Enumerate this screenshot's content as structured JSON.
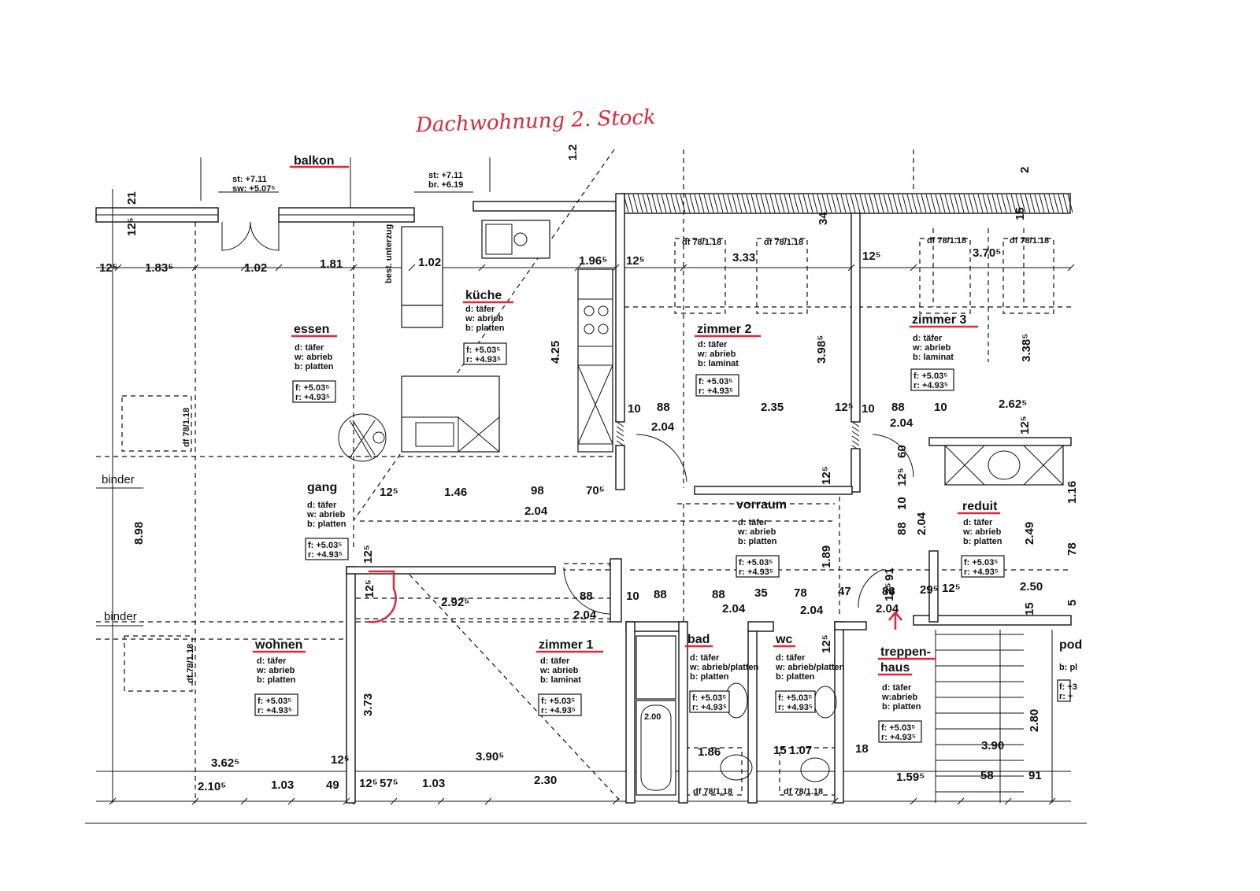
{
  "title": "Dachwohnung 2. Stock",
  "balkon": {
    "label": "balkon",
    "door1": {
      "st": "st: +7.11",
      "sw": "sw: +5.07⁵"
    },
    "door2": {
      "st": "st: +7.11",
      "br": "br. +6.19"
    }
  },
  "rooms": {
    "kueche": {
      "name": "küche",
      "d": "d: täfer",
      "w": "w: abrieb",
      "b": "b: platten",
      "f": "f: +5.03⁵",
      "r": "r: +4.93⁵"
    },
    "essen": {
      "name": "essen",
      "d": "d: täfer",
      "w": "w: abrieb",
      "b": "b: platten",
      "f": "f: +5.03⁵",
      "r": "r: +4.93⁵"
    },
    "zimmer2": {
      "name": "zimmer 2",
      "d": "d: täfer",
      "w": "w: abrieb",
      "b": "b: laminat",
      "f": "f: +5.03⁵",
      "r": "r: +4.93⁵"
    },
    "zimmer3": {
      "name": "zimmer 3",
      "d": "d: täfer",
      "w": "w: abrieb",
      "b": "b: laminat",
      "f": "f: +5.03⁵",
      "r": "r: +4.93⁵"
    },
    "gang": {
      "name": "gang",
      "d": "d: täfer",
      "w": "w: abrieb",
      "b": "b: platten",
      "f": "f: +5.03⁵",
      "r": "r: +4.93⁵"
    },
    "vorraum": {
      "name": "vorraum",
      "d": "d: täfer",
      "w": "w: abrieb",
      "b": "b: platten",
      "f": "f: +5.03⁵",
      "r": "r: +4.93⁵"
    },
    "reduit": {
      "name": "reduit",
      "d": "d: täfer",
      "w": "w: abrieb",
      "b": "b: platten",
      "f": "f: +5.03⁵",
      "r": "r: +4.93⁵"
    },
    "wohnen": {
      "name": "wohnen",
      "d": "d: täfer",
      "w": "w: abrieb",
      "b": "b: platten",
      "f": "f: +5.03⁵",
      "r": "r: +4.93⁵"
    },
    "zimmer1": {
      "name": "zimmer 1",
      "d": "d: täfer",
      "w": "w: abrieb",
      "b": "b: laminat",
      "f": "f: +5.03⁵",
      "r": "r: +4.93⁵"
    },
    "bad": {
      "name": "bad",
      "d": "d: täfer",
      "w": "w: abrieb/platten",
      "b": "b: platten",
      "f": "f: +5.03⁵",
      "r": "r: +4.93⁵"
    },
    "wc": {
      "name": "wc",
      "d": "d: täfer",
      "w": "w: abrieb/platten",
      "b": "b: platten",
      "f": "f: +5.03⁵",
      "r": "r: +4.93⁵"
    },
    "treppenhaus": {
      "name1": "treppen-",
      "name2": "haus",
      "d": "d: täfer",
      "w": "w:abrieb",
      "b": "b: platten",
      "f": "f: +5.03⁵",
      "r": "r: +4.93⁵"
    },
    "podest": {
      "name": "pod",
      "b": "b: pl",
      "f": "f: +3",
      "r": "r: +"
    }
  },
  "labels": {
    "binder_top": "binder",
    "binder_bottom": "binder",
    "unterzug": "best. unterzug",
    "df_essen": "df 78/1.18",
    "df_wohnen": "df 78/1.18",
    "df_z2a": "df 78/1.18",
    "df_z2b": "df 78/1.18",
    "df_z3a": "df 78/1.18",
    "df_z3b": "df 78/1.18",
    "df_bad": "df 78/1.18",
    "df_wc": "df 78/1.18"
  },
  "dimensions": {
    "top_row": [
      "12⁵",
      "1.83⁵",
      "1.02",
      "1.81",
      "1.02",
      "1.96⁵",
      "12⁵",
      "3.33",
      "12⁵",
      "3.70⁵"
    ],
    "top_vertical": [
      "21",
      "12⁵",
      "1.2",
      "34",
      "15",
      "2"
    ],
    "kitchen": [
      "4.25",
      "1.46",
      "98",
      "70⁵",
      "2.04",
      "12⁵"
    ],
    "doors_z2": [
      "10",
      "88",
      "2.04",
      "2.35",
      "12⁵",
      "10",
      "88",
      "2.04",
      "10",
      "2.62⁵",
      "12⁵"
    ],
    "z2_vertical": [
      "3.98⁵",
      "3.38⁵"
    ],
    "vorraum_vertical": [
      "1.89",
      "12⁵",
      "60",
      "12⁵",
      "10",
      "88",
      "2.04",
      "2.49",
      "12⁵"
    ],
    "corridor_row": [
      "2.92⁵",
      "88",
      "2.04",
      "10",
      "88",
      "88",
      "35",
      "78",
      "47",
      "88",
      "2.04",
      "29⁵",
      "12⁵",
      "2.50",
      "2.04",
      "15"
    ],
    "side_vertical": [
      "8.98",
      "3.73",
      "12⁵",
      "12⁵",
      "91",
      "12⁵",
      "2.80",
      "78",
      "5",
      "1.16"
    ],
    "bottom_inner": [
      "3.62⁵",
      "12⁵",
      "3.90⁵",
      "1.86",
      "15",
      "1.07",
      "18",
      "3.90"
    ],
    "bottom_row": [
      "2.10⁵",
      "1.03",
      "49",
      "12⁵",
      "57⁵",
      "1.03",
      "2.30",
      "1.59⁵",
      "58",
      "91"
    ],
    "bath_misc": [
      "2.00"
    ]
  }
}
